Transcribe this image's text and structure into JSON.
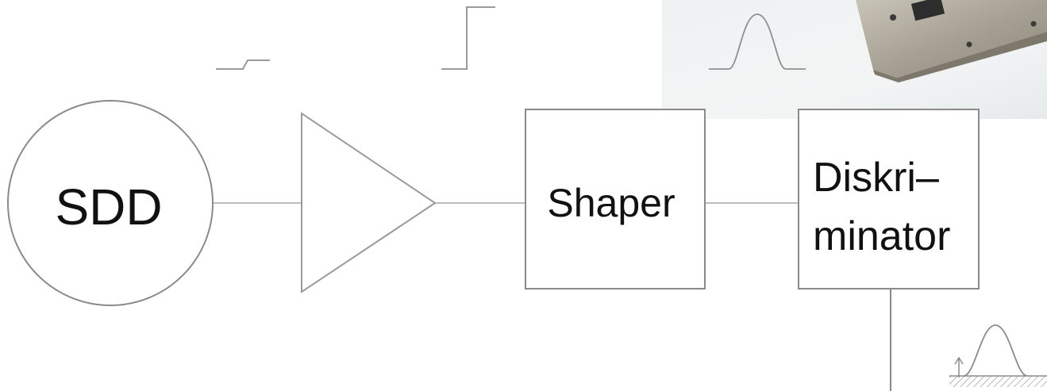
{
  "nodes": {
    "detector": {
      "label": "SDD"
    },
    "shaper": {
      "label": "Shaper"
    },
    "discriminator": {
      "label_line1": "Diskri–",
      "label_line2": "minator"
    }
  },
  "photo": {
    "subject": "metal detector housing (photograph)"
  },
  "colors": {
    "outline": "#8a8a8a",
    "connector": "#bdbdbd",
    "waveform": "#9a9a9a",
    "text": "#111111"
  }
}
